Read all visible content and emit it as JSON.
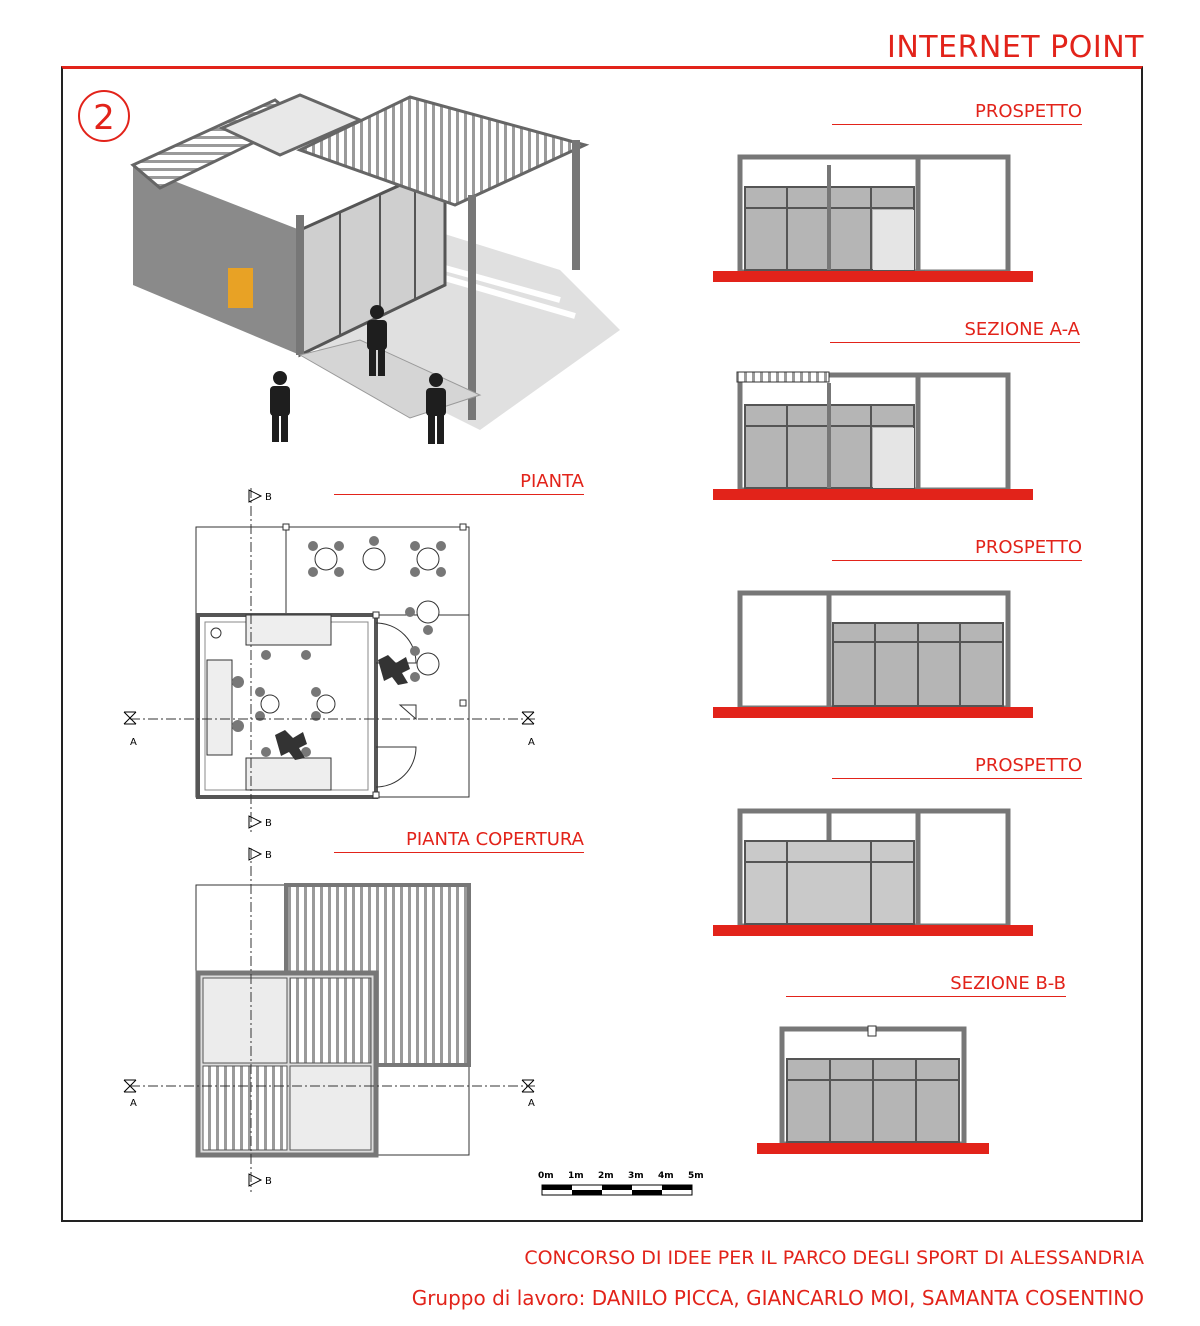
{
  "header": {
    "title": "INTERNET POINT",
    "sheet_number": "2"
  },
  "labels": {
    "pianta": "PIANTA",
    "pianta_copertura": "PIANTA COPERTURA",
    "prospetto_1": "PROSPETTO",
    "sezione_aa": "SEZIONE A-A",
    "prospetto_2": "PROSPETTO",
    "prospetto_3": "PROSPETTO",
    "sezione_bb": "SEZIONE B-B"
  },
  "section_marks": {
    "a": "A",
    "b": "B"
  },
  "scale_bar": {
    "ticks": [
      "0m",
      "1m",
      "2m",
      "3m",
      "4m",
      "5m"
    ]
  },
  "footer": {
    "line1": "CONCORSO DI IDEE PER IL PARCO DEGLI SPORT DI ALESSANDRIA",
    "line2": "Gruppo di lavoro: DANILO PICCA, GIANCARLO MOI, SAMANTA COSENTINO"
  },
  "colors": {
    "accent": "#e2231a",
    "frame": "#888888",
    "glass": "#c9c9c9"
  }
}
